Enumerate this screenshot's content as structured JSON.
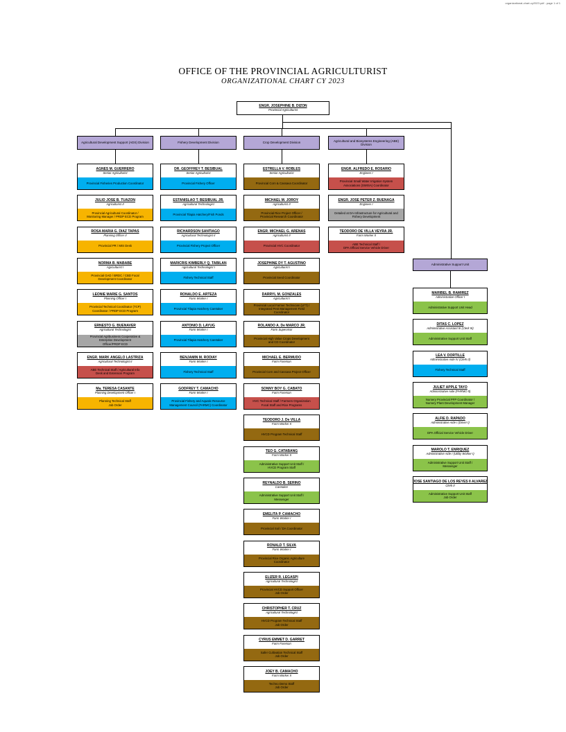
{
  "page_note": "organizational-chart-cy2023.pdf - page 1 of 1",
  "title": "OFFICE OF THE PROVINCIAL AGRICULTURIST",
  "subtitle": "ORGANIZATIONAL CHART CY 2023",
  "head": {
    "name": "ENGR. JOSEPHINE B. DIZON",
    "position": "Provincial Agriculturist"
  },
  "divisions": [
    "Agricultural Development Support (ADS) Division",
    "Fishery Development Division",
    "Crop Development Division",
    "Agricultural and Biosystems Engineering (ABE) Division",
    "Administrative Support Unit"
  ],
  "columns": [
    [
      {
        "name": "AGNES M. GUERRERO",
        "position": "Senior Agriculturist",
        "role": [
          "Provincial Fisheries Production Coordinator"
        ],
        "color": "blue"
      },
      {
        "name": "JULIO JOSE B. TUAZON",
        "position": "Agriculturist II",
        "role": [
          "Provincial Agricultural Coordinator /",
          "Monitoring Manager / PRDP ECD Program"
        ],
        "color": "yellow"
      },
      {
        "name": "ROSA MARIA G. DIAZ TAPAS",
        "position": "Planning Officer II",
        "role": [
          "Provincial PR / MIS Desk"
        ],
        "color": "yellow"
      },
      {
        "name": "NORMA B. MABABE",
        "position": "Agriculturist I",
        "role": [
          "Provincial GAD / BRDC / CBD Focal",
          "Development Coordinator"
        ],
        "color": "yellow"
      },
      {
        "name": "LEONIE MARIE G. SANTOS",
        "position": "Planning Officer I",
        "role": [
          "Provincial Technical Coordinator (TCP)",
          "Coordinator / PRDP ECD Program"
        ],
        "color": "yellow"
      },
      {
        "name": "ERNESTO G. BUENAVER",
        "position": "Agricultural Technologist",
        "role": [
          "Provincial Agribusiness Cooperative &",
          "Enterprise Development",
          "Officer/PRDP ECD"
        ],
        "color": "gray"
      },
      {
        "name": "ENGR. MARK ANGELO LASTRIZA",
        "position": "Agricultural Technologist II",
        "role": [
          "ABE Technical Staff / Agricultural Info",
          "Desk and Extension Program"
        ],
        "color": "red"
      },
      {
        "name": "Ma. TERESA CASANTE",
        "position": "Planning Development Officer I",
        "role": [
          "Planning Technical Staff",
          "Job Order"
        ],
        "color": "yellow"
      }
    ],
    [
      {
        "name": "DR. GEOFFREY T. BESIBUAL",
        "position": "Senior Agriculturist",
        "role": [
          "Provincial Fishery Officer"
        ],
        "color": "blue"
      },
      {
        "name": "ESTANISLAO T. BESIBUAL JR.",
        "position": "Agricultural Technologist",
        "role": [
          "Provincial Tilapia Hatchery/Fish Ponds"
        ],
        "color": "blue"
      },
      {
        "name": "RICHARDSON SANTIAGO",
        "position": "Agricultural Technologist II",
        "role": [
          "Provincial Fishery Project Officer"
        ],
        "color": "blue"
      },
      {
        "name": "MARICRIS KIMBERLY Q. TABILAN",
        "position": "Agricultural Technologist I",
        "role": [
          "Fishery Technical Staff"
        ],
        "color": "blue"
      },
      {
        "name": "RONALDO E. ARTEZA",
        "position": "Farm Worker I",
        "role": [
          "Provincial Tilapia Hatchery Caretaker"
        ],
        "color": "blue"
      },
      {
        "name": "ANTONIO D. LAYUG",
        "position": "Farm Worker I",
        "role": [
          "Provincial Tilapia Hatchery Caretaker"
        ],
        "color": "blue"
      },
      {
        "name": "BENJAMIN M. RODIAY",
        "position": "Farm Worker I",
        "role": [
          "Fishery Technical Staff"
        ],
        "color": "blue"
      },
      {
        "name": "GODFREY T. CAMACHO",
        "position": "Farm Worker I",
        "role": [
          "Provincial Fishery and Aquatic Resource",
          "Management Council (FARMC) Coordinator"
        ],
        "color": "blue"
      }
    ],
    [
      {
        "name": "ESTRELLA V. ROBLES",
        "position": "Senior Agriculturist",
        "role": [
          "Provincial Corn & Cassava Coordinator"
        ],
        "color": "brown"
      },
      {
        "name": "MICHAEL M. JOROY",
        "position": "Agriculturist II",
        "role": [
          "Provincial Rice Project Officer /",
          "Provincial Research Coordinator"
        ],
        "color": "brown"
      },
      {
        "name": "ENGR. MICHAEL G. ARENAS",
        "position": "Agriculturist II",
        "role": [
          "Provincial HVC Coordinator"
        ],
        "color": "red"
      },
      {
        "name": "JOSEPHINE DY T. AGUSTINO",
        "position": "Agriculturist I",
        "role": [
          "Provincial Seed Coordinator"
        ],
        "color": "brown"
      },
      {
        "name": "DARRYL M. GONZALES",
        "position": "Agriculturist I",
        "role": [
          "Provincial Local Farmer Technician (LFT) /",
          "Integrated Pest Management Field",
          "Coordinator"
        ],
        "color": "brown"
      },
      {
        "name": "ROLANDO A. De MARCO JR.",
        "position": "Farm Supervisor",
        "role": [
          "Provincial High Value Crops Development",
          "and CD Coordinator"
        ],
        "color": "brown"
      },
      {
        "name": "MICHAEL E. BERMUDO",
        "position": "Farm Foreman",
        "role": [
          "Provincial Corn and Cassava Project Officer"
        ],
        "color": "brown"
      },
      {
        "name": "SONNY BOY G. CABATO",
        "position": "Farm Foreman",
        "role": [
          "HVC Technical Staff / Farmers Organization",
          "Focal Staff and Rice Programs"
        ],
        "color": "red"
      },
      {
        "name": "TEODORO J. De VILLA",
        "position": "Farm Worker II",
        "role": [
          "HVCD Program Technical Staff"
        ],
        "color": "brown"
      },
      {
        "name": "TEO G. CATABANG",
        "position": "Farm Worker II",
        "role": [
          "Administrative Support Unit Staff /",
          "HVCD Program Staff"
        ],
        "color": "green"
      },
      {
        "name": "REYNALDO B. SERINO",
        "position": "Caretaker",
        "role": [
          "Administrative Support Unit Staff /",
          "Messenger"
        ],
        "color": "green"
      },
      {
        "name": "EMELITA P. CAMACHO",
        "position": "Farm Worker I",
        "role": [
          "Provincial Soil / DA Coordinator"
        ],
        "color": "brown"
      },
      {
        "name": "RONALD T. SILVA",
        "position": "Farm Worker I",
        "role": [
          "Provincial Rice Organic Agriculture",
          "Coordinator"
        ],
        "color": "brown"
      },
      {
        "name": "ELIZER R. LEGASPI",
        "position": "Agricultural Technologist",
        "role": [
          "Provincial HVCD Support Officer",
          "Job Order"
        ],
        "color": "brown"
      },
      {
        "name": "CHRISTOPHER T. CRUZ",
        "position": "Agricultural Technologist",
        "role": [
          "HVCD Program Technical Staff",
          "Job Order"
        ],
        "color": "brown"
      },
      {
        "name": "CYRUS EMMET D. GARRET",
        "position": "Farm Foreman",
        "role": [
          "Safer Cultivation Technical Staff",
          "Job Order"
        ],
        "color": "brown"
      },
      {
        "name": "JOEY B. CAMACHO",
        "position": "Farm Worker II",
        "role": [
          "Techno Demo Staff",
          "Job Order"
        ],
        "color": "brown"
      }
    ],
    [
      {
        "name": "ENGR. ALFREDO E. ROSARIO",
        "position": "Engineer I",
        "role": [
          "Provincial Small Water Irrigation System",
          "Associations (SWISA) Coordinator"
        ],
        "color": "red"
      },
      {
        "name": "ENGR. JOSE PETER Z. BUENAGA",
        "position": "Engineer I",
        "role": [
          "Detailed at DA-Infrastructure for Agricultural and",
          "Fishery Development"
        ],
        "color": "gray"
      },
      {
        "name": "TEODORO DE VILLA VEYRA JR.",
        "position": "Farm Worker II",
        "role": [
          "ABE Technical Staff /",
          "DPA Official Service Vehicle Driver"
        ],
        "color": "red"
      }
    ],
    [
      {
        "name": "MARIBEL B. RAMIREZ",
        "position": "Administrative Officer I",
        "role": [
          "Administrative Support Unit Head"
        ],
        "color": "green"
      },
      {
        "name": "DITAS C. LOPEZ",
        "position": "Administrative Assistant III (Clerk III)",
        "role": [
          "Administrative Support Unit Staff"
        ],
        "color": "green"
      },
      {
        "name": "LEA V. DORTILLE",
        "position": "Administrative Aide IV (Clerk II)",
        "role": [
          "Fishery Technical Staff"
        ],
        "color": "blue"
      },
      {
        "name": "JULIET APPLE TAYO",
        "position": "Administrative Aide (PHRMO II)",
        "role": [
          "Nursery Provincial PFP Coordinator /",
          "Nursery Plant Development Manager"
        ],
        "color": "green"
      },
      {
        "name": "ALFIE D. RAPADO",
        "position": "Administrative Aide I (Driver I)",
        "role": [
          "DPA Official Service Vehicle Driver"
        ],
        "color": "green"
      },
      {
        "name": "MAROLO T. ENRIQUEZ",
        "position": "Administrative Aide I (Utility Worker I)",
        "role": [
          "Administrative Support Unit Staff /",
          "Messenger"
        ],
        "color": "green"
      },
      {
        "name": "JOSE SANTIAGO DE LOS REYES II ALVAREZ",
        "position": "Clerk II",
        "role": [
          "Administrative Support Unit Staff",
          "Job Order"
        ],
        "color": "green"
      }
    ]
  ]
}
